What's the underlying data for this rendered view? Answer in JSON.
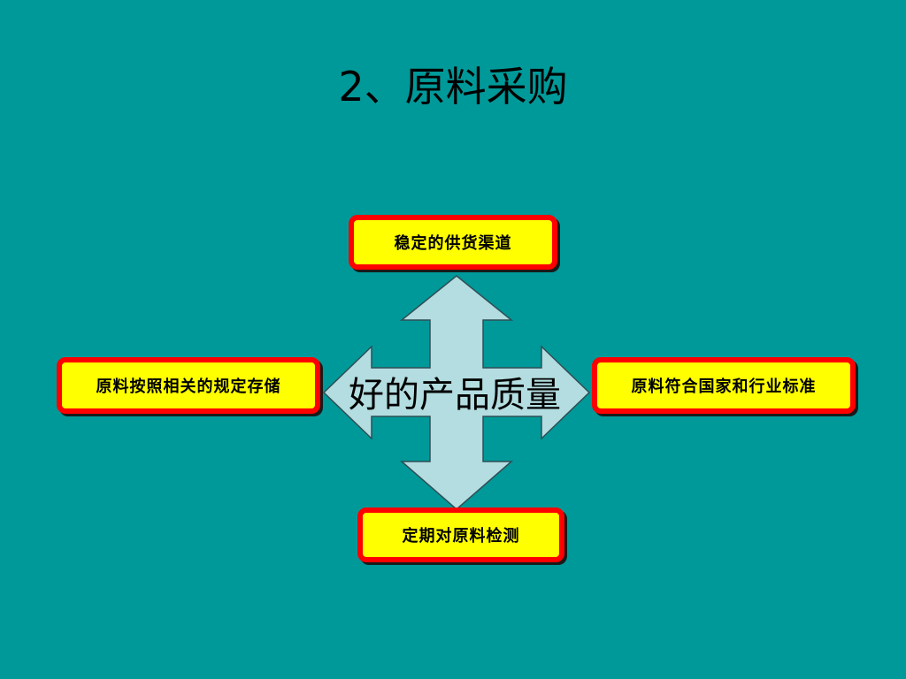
{
  "slide": {
    "title": "2、原料采购"
  },
  "diagram": {
    "center": "好的产品质量",
    "top": "稳定的供货渠道",
    "bottom": "定期对原料检测",
    "left": "原料按照相关的规定存储",
    "right": "原料符合国家和行业标准",
    "colors": {
      "background": "#009999",
      "arrow_fill": "#b3dde0",
      "box_fill": "#ffff00",
      "box_border": "#ff0000"
    }
  }
}
